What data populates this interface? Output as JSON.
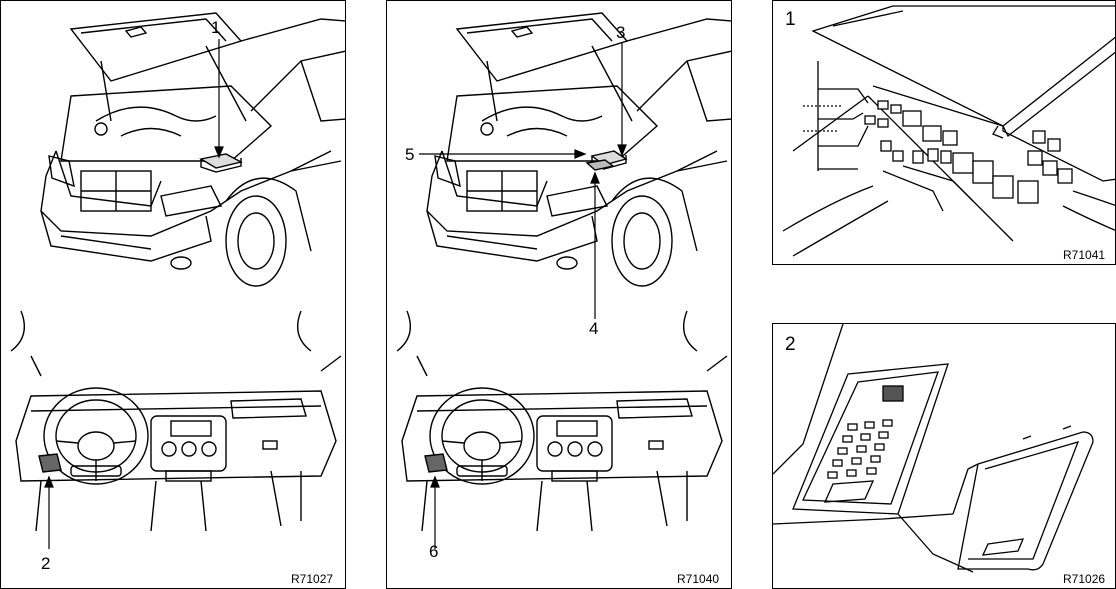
{
  "panels": [
    {
      "code": "R71027",
      "callouts": [
        "1",
        "2"
      ]
    },
    {
      "code": "R71040",
      "callouts": [
        "3",
        "4",
        "5",
        "6"
      ]
    },
    {
      "number": "1",
      "code": "R71041"
    },
    {
      "number": "2",
      "code": "R71026"
    }
  ]
}
